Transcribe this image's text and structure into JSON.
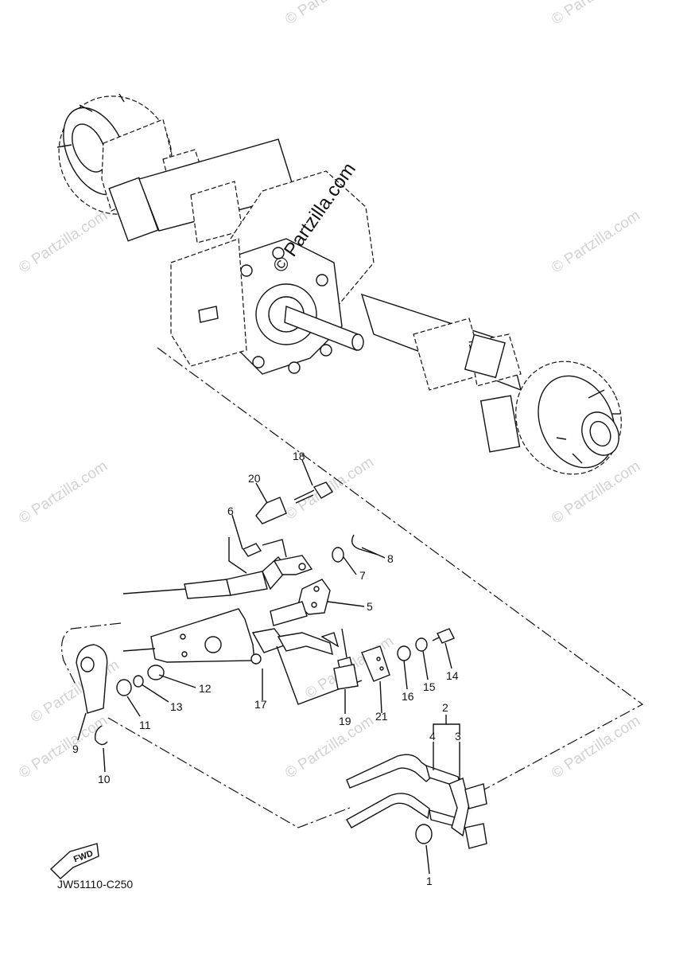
{
  "watermark": "© Partzilla.com",
  "diagram_code": "JW51110-C250",
  "fwd_label": "FWD",
  "callouts": [
    {
      "id": "c1",
      "text": "1"
    },
    {
      "id": "c2",
      "text": "2"
    },
    {
      "id": "c3",
      "text": "3"
    },
    {
      "id": "c4",
      "text": "4"
    },
    {
      "id": "c5",
      "text": "5"
    },
    {
      "id": "c6",
      "text": "6"
    },
    {
      "id": "c7",
      "text": "7"
    },
    {
      "id": "c8",
      "text": "8"
    },
    {
      "id": "c9",
      "text": "9"
    },
    {
      "id": "c10",
      "text": "10"
    },
    {
      "id": "c11",
      "text": "11"
    },
    {
      "id": "c12",
      "text": "12"
    },
    {
      "id": "c13",
      "text": "13"
    },
    {
      "id": "c14",
      "text": "14"
    },
    {
      "id": "c15",
      "text": "15"
    },
    {
      "id": "c16",
      "text": "16"
    },
    {
      "id": "c17",
      "text": "17"
    },
    {
      "id": "c18",
      "text": "18"
    },
    {
      "id": "c19",
      "text": "19"
    },
    {
      "id": "c20",
      "text": "20"
    },
    {
      "id": "c21",
      "text": "21"
    }
  ]
}
